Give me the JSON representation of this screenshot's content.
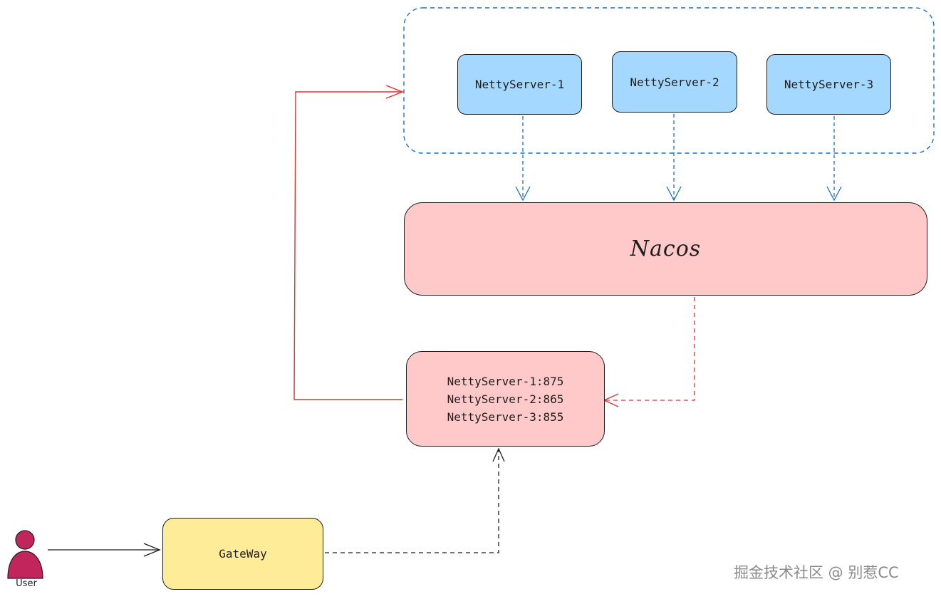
{
  "servers": [
    {
      "label": "NettyServer-1"
    },
    {
      "label": "NettyServer-2"
    },
    {
      "label": "NettyServer-3"
    }
  ],
  "nacos": {
    "label": "Nacos"
  },
  "registry": {
    "lines": [
      "NettyServer-1:875",
      "NettyServer-2:865",
      "NettyServer-3:855"
    ]
  },
  "gateway": {
    "label": "GateWay"
  },
  "user": {
    "label": "User"
  },
  "watermark": {
    "text": "掘金技术社区 @ 别惹CC"
  },
  "colors": {
    "server_fill": "#a5d8ff",
    "nacos_fill": "#ffc9c9",
    "gateway_fill": "#ffec99",
    "user_fill": "#c2255c",
    "group_border": "#1971c2",
    "red_arrow": "#e03131",
    "black_stroke": "#1e1e1e"
  }
}
